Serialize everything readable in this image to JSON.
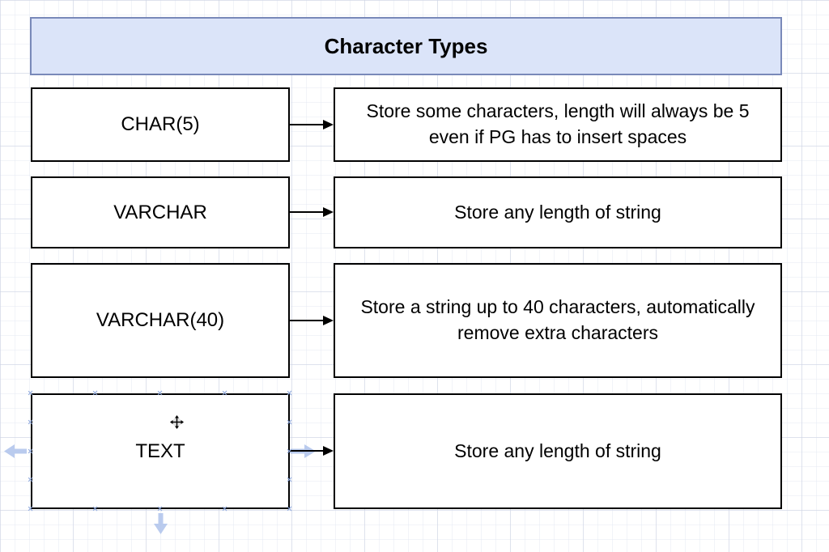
{
  "diagram": {
    "title": "Character Types",
    "rows": [
      {
        "label": "CHAR(5)",
        "description": "Store some characters, length will always be 5 even if PG has to insert spaces"
      },
      {
        "label": "VARCHAR",
        "description": "Store any length of string"
      },
      {
        "label": "VARCHAR(40)",
        "description": "Store a string up to 40 characters, automatically remove extra characters"
      },
      {
        "label": "TEXT",
        "description": "Store any length of string"
      }
    ],
    "colors": {
      "title_fill": "#dbe4f9",
      "title_border": "#7989b9",
      "shape_fill": "#ffffff",
      "shape_border": "#000000",
      "connector": "#000000",
      "hover_arrow": "#aec3ec",
      "connection_point": "#8ea8dc",
      "grid_line": "#e2e7f1"
    },
    "selection": {
      "selected_shape": "TEXT",
      "icons": [
        "move-icon",
        "arrow-left-icon",
        "arrow-right-icon",
        "arrow-down-icon",
        "connection-point-cross"
      ]
    }
  }
}
